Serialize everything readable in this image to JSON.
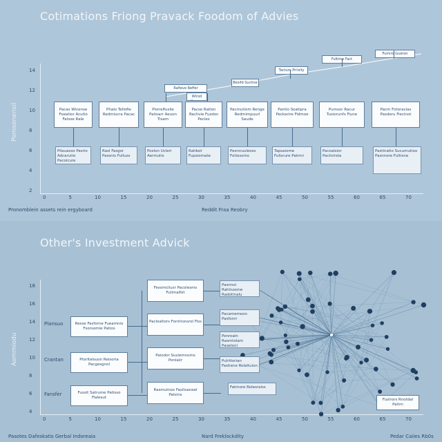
{
  "top": {
    "title": "Cotimations Friong Pravack Foodom of Advies",
    "y_axis_label": "Pomsonensil",
    "y_ticks": [
      "14",
      "12",
      "10",
      "8",
      "6",
      "4",
      "2"
    ],
    "x_ticks": [
      "0",
      "5",
      "10",
      "15",
      "20",
      "25",
      "30",
      "35",
      "40",
      "45",
      "50",
      "55",
      "60",
      "65",
      "70"
    ],
    "footer_left": "Pronomblein assets rein ergyboard",
    "footer_center": "Reddit Fraa Reobry",
    "callouts": [
      "Rafieve Reffer",
      "Besifd Suctive",
      "Tacture Prrisity",
      "Fultime Fact",
      "Fumiro Gueron",
      "Wirod Unesse"
    ],
    "main_boxes": [
      "Pacas Wicense Foeatior Acutio Fatsse Rale",
      "Phalo Tellofie Redmiscra Pacac",
      "Pisrrelfusile Patisarr Aeuon Tisam",
      "Pacse Ratlon Reclivie Fusdos Pecies",
      "Pacmutiom Renge Redmimpuurl Saude",
      "Pamlo Soatipra Peckarire Fidmoe",
      "Pumsor Racur Tusiorunfs Fiune",
      "Pacm Fotoraclas Pasderu Fiecinot"
    ],
    "sub_boxes": [
      "Pilauasso Pasrio Adcarutio Pacoicure Ratrsses",
      "Rasl Fasgor Passnis Fulluss",
      "Poxlon Ucleri Aermutis",
      "Rahbot Fupsiomate",
      "Pesnnuuleoss Fotiosoms",
      "Tapsaiome Fulisrure Patrmi",
      "Pacoalsior Pactnirsta",
      "Pastinatio Sucumutioo Pasnnore Fultisne"
    ]
  },
  "bottom": {
    "title": "Other's Investment Advick",
    "y_axis_label": "Aommiodu",
    "y_ticks": [
      "18",
      "16",
      "14",
      "12",
      "10",
      "8",
      "6",
      "4"
    ],
    "row_labels": [
      "Plansuo",
      "Crantan",
      "Fansfer"
    ],
    "x_ticks": [
      "0",
      "5",
      "10",
      "15",
      "20",
      "25",
      "30",
      "35",
      "40",
      "45",
      "50",
      "55",
      "60",
      "65",
      "70"
    ],
    "footer_left": "Pasotes Dafeskatis Gerbal Indoreaia",
    "footer_center": "Nard Freklockdity",
    "footer_right": "Pedar Caiies Rb0s",
    "left_boxes": [
      "Resse Fasforne Fueamnio Fsorsomie Patios",
      "Ptorltalsuon Reisoria Pacgesgnol",
      "Fussit Satrume Patisso Fialesut"
    ],
    "mid_boxes": [
      "Fessmcliusr Pacolesms Fulimalfot",
      "Pacloaltors Fontrionsrol Fiss",
      "Paiodor Susiemnoms Ponlaiir",
      "Rasmutnos Fasitsaneel Patsins"
    ],
    "right_boxes": [
      "Pasnnoi Rahiiusone Radotinalu",
      "Pacamemoon Pasfonrr",
      "Penroaln Rasmtolam Paoeloni",
      "Pulrttorian Fastiene Rolaltuion"
    ],
    "network_label": "Fatmore Rolesraiss",
    "corner_box": "Fuslrors Rnotdal Patirn"
  }
}
